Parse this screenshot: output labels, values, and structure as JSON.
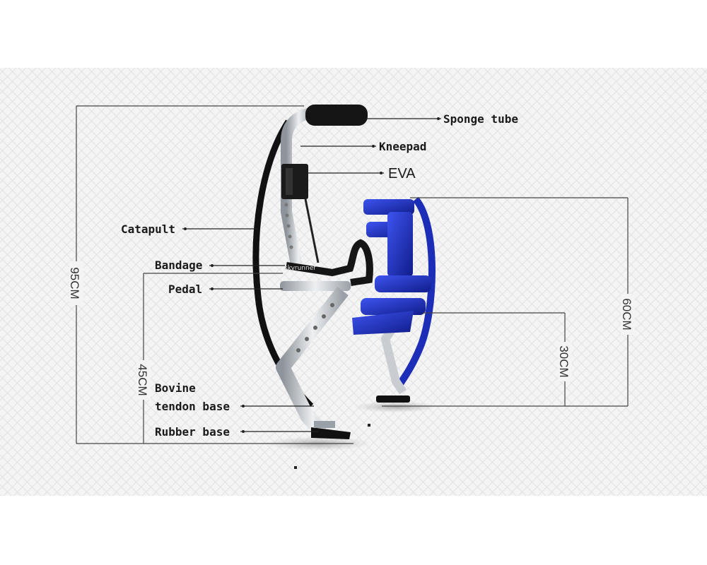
{
  "labels": {
    "sponge_tube": "Sponge tube",
    "kneepad": "Kneepad",
    "eva": "EVA",
    "catapult": "Catapult",
    "bandage": "Bandage",
    "pedal": "Pedal",
    "bovine_line1": "Bovine",
    "bovine_line2": "tendon base",
    "rubber_base": "Rubber base"
  },
  "dimensions": {
    "total_height": "95CM",
    "pedal_height": "45CM",
    "blue_height": "60CM",
    "blue_pedal_height": "30CM"
  },
  "brand_text": "skyrunner",
  "colors": {
    "background_pattern": "#ececec",
    "frame_silver": "#c9cdd2",
    "spring_black": "#111111",
    "blue_model": "#1c2db8"
  }
}
